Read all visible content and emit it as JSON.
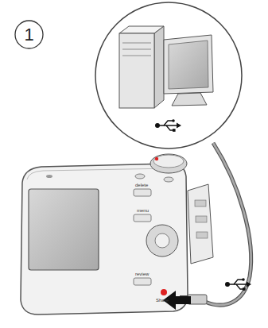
{
  "diagram": {
    "nodes": [
      {
        "text": [
          "1"
        ]
      }
    ],
    "labels": [
      "delete",
      "menu",
      "review",
      "Share"
    ]
  }
}
